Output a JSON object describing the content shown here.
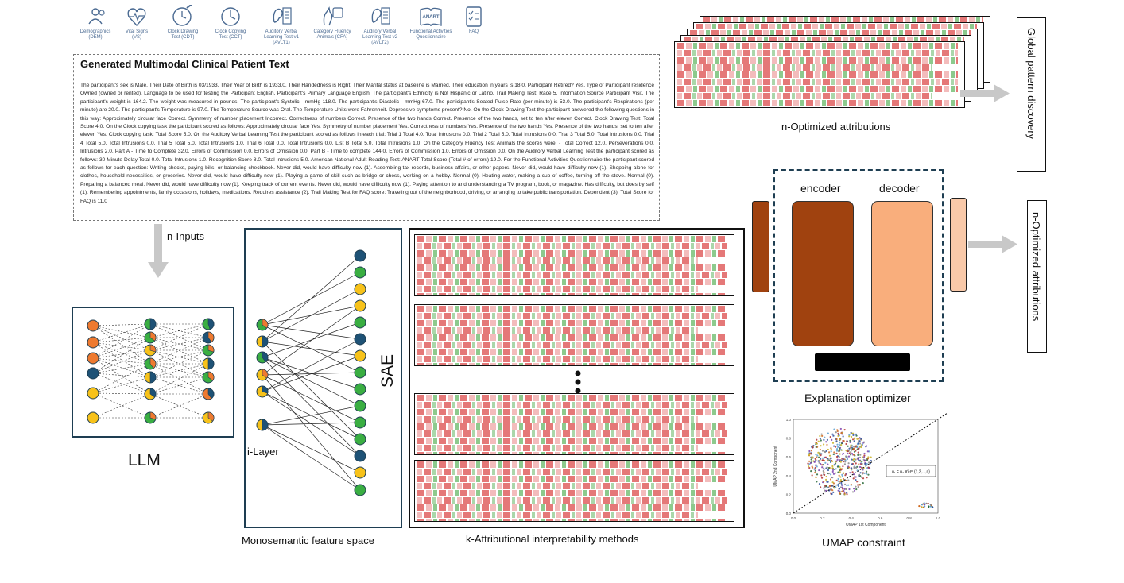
{
  "icons": [
    {
      "icon": "demographics-icon",
      "label": "Demographics\n(DEM)"
    },
    {
      "icon": "vital-signs-icon",
      "label": "Vital Signs\n(VS)"
    },
    {
      "icon": "clock-drawing-icon",
      "label": "Clock Drawing\nTest (CDT)"
    },
    {
      "icon": "clock-copying-icon",
      "label": "Clock Copying\nTest (CCT)"
    },
    {
      "icon": "auditory-verbal-icon",
      "label": "Auditory Verbal\nLearning Test v1\n(AVLT1)"
    },
    {
      "icon": "category-fluency-icon",
      "label": "Category Fluency\nAnimals (CFA)"
    },
    {
      "icon": "auditory-verbal-v2-icon",
      "label": "Auditory Verbal\nLearning Test v2\n(AVLT2)"
    },
    {
      "icon": "anart-icon",
      "label": "Functional Activities\nQuestionnaire",
      "badge": "ANART"
    },
    {
      "icon": "faq-icon",
      "label": "FAQ"
    }
  ],
  "clinical": {
    "title": "Generated Multimodal Clinical Patient Text",
    "text": "The participant's sex is Male. Their Date of Birth is 03/1933. Their Year of Birth is 1933.0. Their Handedness is Right. Their Marital status at baseline is Married. Their education in years is 18.0. Participant Retired? Yes. Type of Participant residence Owned (owned or rented). Language to be used for testing the Participant English. Participant's Primary Language English. The participant's Ethnicity is Not Hispanic or Latino. Trail Making Test: Race 5. Information Source Participant Visit. The participant's weight is 164.2. The weight was measured in pounds. The participant's Systolic - mmHg 118.0. The participant's Diastolic - mmHg 67.0. The participant's Seated Pulse Rate (per minute) is 53.0. The participant's Respirations (per minute) are 20.0. The participant's Temperature is 97.0. The Temperature Source was Oral. The Temperature Units were Fahrenheit. Depressive symptoms present? No. On the Clock Drawing Test the participant answered the following questions in this way: Approximately circular face Correct. Symmetry of number placement Incorrect. Correctness of numbers Correct. Presence of the two hands Correct. Presence of the two hands, set to ten after eleven Correct. Clock Drawing Test: Total Score 4.0. On the Clock copying task the participant scored as follows: Approximately circular face Yes. Symmetry of number placement Yes. Correctness of numbers Yes. Presence of the two hands Yes. Presence of the two hands, set to ten after eleven Yes. Clock copying task: Total Score 5.0. On the Auditory Verbal Learning Test the participant scored as follows in each trial: Trial 1 Total 4.0. Total Intrusions 0.0. Trial 2 Total 5.0. Total Intrusions 0.0. Trial 3 Total 5.0. Total Intrusions 0.0. Trial 4 Total 5.0. Total Intrusions 0.0. Trial 5 Total 5.0. Total Intrusions 1.0. Trial 6 Total 0.0. Total Intrusions 0.0. List B Total 5.0. Total Intrusions 1.0. On the Category Fluency Test Animals the scores were: - Total Correct 12.0. Perseverations 0.0. Intrusions 2.0. Part A - Time to Complete 32.0. Errors of Commission 0.0. Errors of Omission 0.0. Part B - Time to complete 144.0. Errors of Commission 1.0. Errors of Omission 0.0. On the Auditory Verbal Learning Test the participant scored as follows: 30 Minute Delay Total 0.0. Total Intrusions 1.0. Recognition Score 8.0. Total Intrusions 5.0. American National Adult Reading Test: ANART Total Score (Total # of errors) 19.0. For the Functional Activities Questionnaire the participant scored as follows for each question: Writing checks, paying bills, or balancing checkbook. Never did, would have difficulty now (1). Assembling tax records, business affairs, or other papers. Never did, would have difficulty now (1). Shopping alone for clothes, household necessities, or groceries. Never did, would have difficulty now (1). Playing a game of skill such as bridge or chess, working on a hobby. Normal (0). Heating water, making a cup of coffee, turning off the stove. Normal (0). Preparing a balanced meal. Never did, would have difficulty now (1). Keeping track of current events. Never did, would have difficulty now (1). Paying attention to and understanding a TV program, book, or magazine. Has difficulty, but does by self (1). Remembering appointments, family occasions, holidays, medications. Requires assistance (2). Trail Making Test for FAQ score: Traveling out of the neighborhood, driving, or arranging to take public transportation. Dependent (3). Total Score for FAQ is 11.0"
  },
  "labels": {
    "n_inputs": "n-Inputs",
    "llm": "LLM",
    "i_layer": "i-Layer",
    "sae": "SAE",
    "monosemantic": "Monosemantic feature space",
    "k_attributional": "k-Attributional interpretability methods",
    "n_optimized_top": "n-Optimized attributions",
    "global_pattern": "Global pattern discovery",
    "encoder": "encoder",
    "decoder": "decoder",
    "n_optimized_right": "n-Optimized attributions",
    "explanation_optimizer": "Explanation optimizer",
    "umap_constraint": "UMAP constraint"
  },
  "umap": {
    "xlabel": "UMAP 1st Component",
    "ylabel": "UMAP 2nd Component",
    "xticks": [
      "0.0",
      "0.2",
      "0.4",
      "0.6",
      "0.8",
      "1.0"
    ],
    "yticks": [
      "0.0",
      "0.2",
      "0.4",
      "0.6",
      "0.8",
      "1.0"
    ],
    "formula": "u₁ = u₂    ∀i ∈ {1,2,...,n}"
  },
  "colors": {
    "encoder": "#a0420f",
    "decoder": "#f9ae7c",
    "node_orange": "#ee7a30",
    "node_navy": "#1e5276",
    "node_yellow": "#f7c21a",
    "node_green": "#3aae42",
    "arrow_gray": "#c8c8c8"
  }
}
